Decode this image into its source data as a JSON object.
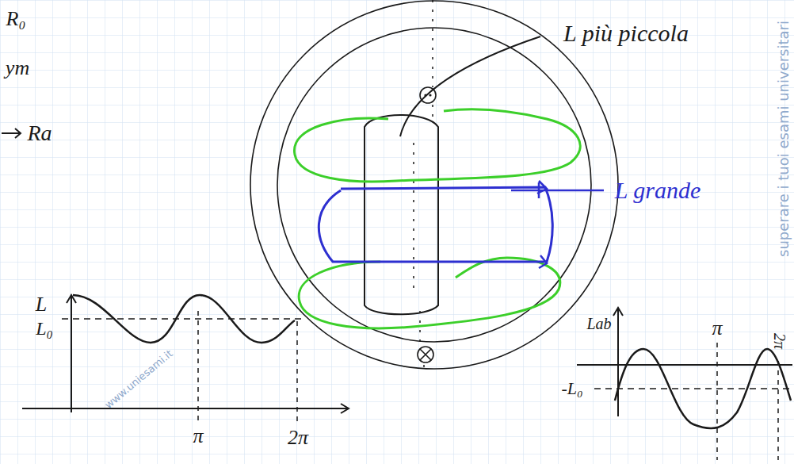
{
  "diagram": {
    "labels": [
      "R₀",
      "ym",
      "Ra",
      "L più piccola",
      "L grande",
      "L",
      "L₀",
      "π",
      "2π",
      "Lab",
      "π",
      "-L₀",
      "2π",
      "superare i tuoi esami universitari",
      "www.uniesami.it"
    ]
  }
}
